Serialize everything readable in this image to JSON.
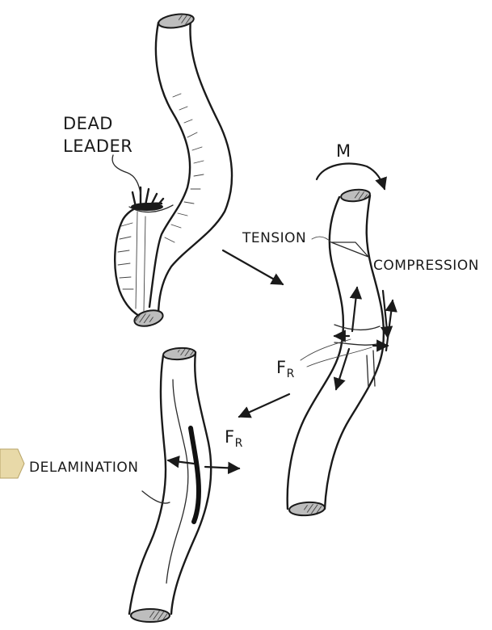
{
  "labels": {
    "dead_leader_line1": "DEAD",
    "dead_leader_line2": "LEADER",
    "moment": "M",
    "tension": "TENSION",
    "compression": "COMPRESSION",
    "fr_main": "F",
    "fr_sub": "R",
    "delamination": "DELAMINATION",
    "fr2_main": "F",
    "fr2_sub": "R"
  },
  "colors": {
    "ink": "#1a1a1a",
    "hatch": "#bdbdbd",
    "paper": "#ffffff",
    "margin_tab": "#e8d9a8"
  }
}
